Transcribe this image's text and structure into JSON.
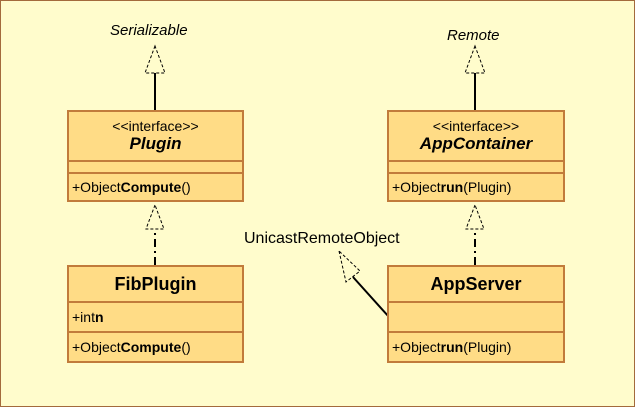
{
  "external_labels": {
    "serializable": "Serializable",
    "remote": "Remote",
    "unicast": "UnicastRemoteObject"
  },
  "classes": {
    "plugin": {
      "stereotype": "<<interface>>",
      "name": "Plugin",
      "op_prefix": "+Object ",
      "op_name": "Compute",
      "op_suffix": "()"
    },
    "appcontainer": {
      "stereotype": "<<interface>>",
      "name": "AppContainer",
      "op_prefix": "+Object ",
      "op_name": "run",
      "op_suffix": "(Plugin)"
    },
    "fibplugin": {
      "name": "FibPlugin",
      "attr_prefix": "+int ",
      "attr_name": "n",
      "op_prefix": "+Object ",
      "op_name": "Compute",
      "op_suffix": "()"
    },
    "appserver": {
      "name": "AppServer",
      "op_prefix": "+Object ",
      "op_name": "run",
      "op_suffix": "(Plugin)"
    }
  },
  "colors": {
    "background": "#fffccc",
    "class_fill": "#ffdc86",
    "class_border": "#c17b3b"
  }
}
